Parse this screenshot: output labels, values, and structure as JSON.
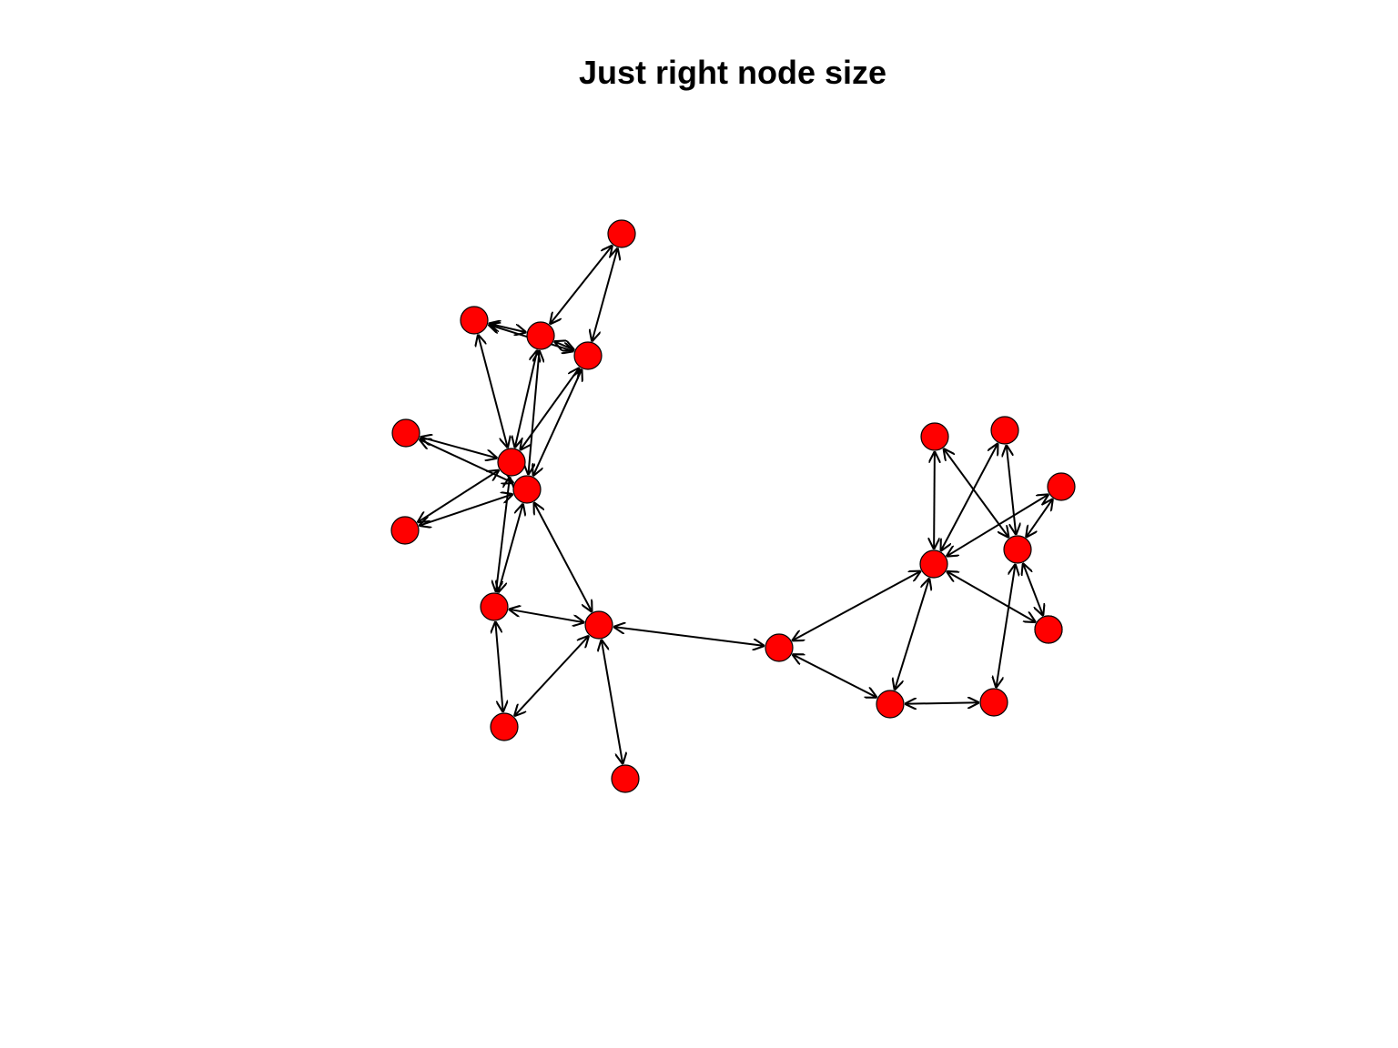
{
  "title": "Just right node size",
  "style": {
    "node_fill": "#ff0000",
    "node_stroke": "#000000",
    "edge_color": "#000000",
    "background": "#ffffff"
  },
  "nodes": [
    {
      "id": "n1"
    },
    {
      "id": "n2"
    },
    {
      "id": "n3"
    },
    {
      "id": "n4"
    },
    {
      "id": "n5"
    },
    {
      "id": "n6"
    },
    {
      "id": "n7"
    },
    {
      "id": "n8"
    },
    {
      "id": "n9"
    },
    {
      "id": "n10"
    },
    {
      "id": "n11"
    },
    {
      "id": "n12"
    },
    {
      "id": "n13"
    },
    {
      "id": "n14"
    },
    {
      "id": "n15"
    },
    {
      "id": "n16"
    },
    {
      "id": "n17"
    },
    {
      "id": "n18"
    },
    {
      "id": "n19"
    },
    {
      "id": "n20"
    },
    {
      "id": "n21"
    },
    {
      "id": "n22"
    }
  ],
  "edges": [
    {
      "source": "n1",
      "target": "n3",
      "directed": "both"
    },
    {
      "source": "n1",
      "target": "n4",
      "directed": "both"
    },
    {
      "source": "n2",
      "target": "n3",
      "directed": "both"
    },
    {
      "source": "n2",
      "target": "n4",
      "directed": "both"
    },
    {
      "source": "n2",
      "target": "n7",
      "directed": "both"
    },
    {
      "source": "n3",
      "target": "n4",
      "directed": "both"
    },
    {
      "source": "n3",
      "target": "n7",
      "directed": "both"
    },
    {
      "source": "n3",
      "target": "n8",
      "directed": "both"
    },
    {
      "source": "n4",
      "target": "n7",
      "directed": "both"
    },
    {
      "source": "n4",
      "target": "n8",
      "directed": "both"
    },
    {
      "source": "n5",
      "target": "n7",
      "directed": "both"
    },
    {
      "source": "n5",
      "target": "n8",
      "directed": "both"
    },
    {
      "source": "n6",
      "target": "n7",
      "directed": "both"
    },
    {
      "source": "n6",
      "target": "n8",
      "directed": "both"
    },
    {
      "source": "n7",
      "target": "n9",
      "directed": "both"
    },
    {
      "source": "n8",
      "target": "n9",
      "directed": "both"
    },
    {
      "source": "n8",
      "target": "n10",
      "directed": "both"
    },
    {
      "source": "n9",
      "target": "n10",
      "directed": "both"
    },
    {
      "source": "n9",
      "target": "n11",
      "directed": "both"
    },
    {
      "source": "n10",
      "target": "n11",
      "directed": "both"
    },
    {
      "source": "n10",
      "target": "n12",
      "directed": "both"
    },
    {
      "source": "n10",
      "target": "n13",
      "directed": "both"
    },
    {
      "source": "n13",
      "target": "n18",
      "directed": "both"
    },
    {
      "source": "n13",
      "target": "n21",
      "directed": "both"
    },
    {
      "source": "n21",
      "target": "n22",
      "directed": "both"
    },
    {
      "source": "n14",
      "target": "n18",
      "directed": "both"
    },
    {
      "source": "n14",
      "target": "n19",
      "directed": "both"
    },
    {
      "source": "n15",
      "target": "n18",
      "directed": "both"
    },
    {
      "source": "n15",
      "target": "n19",
      "directed": "both"
    },
    {
      "source": "n16",
      "target": "n18",
      "directed": "both"
    },
    {
      "source": "n16",
      "target": "n19",
      "directed": "both"
    },
    {
      "source": "n18",
      "target": "n20",
      "directed": "both"
    },
    {
      "source": "n19",
      "target": "n20",
      "directed": "both"
    },
    {
      "source": "n18",
      "target": "n21",
      "directed": "both"
    },
    {
      "source": "n19",
      "target": "n22",
      "directed": "both"
    }
  ]
}
